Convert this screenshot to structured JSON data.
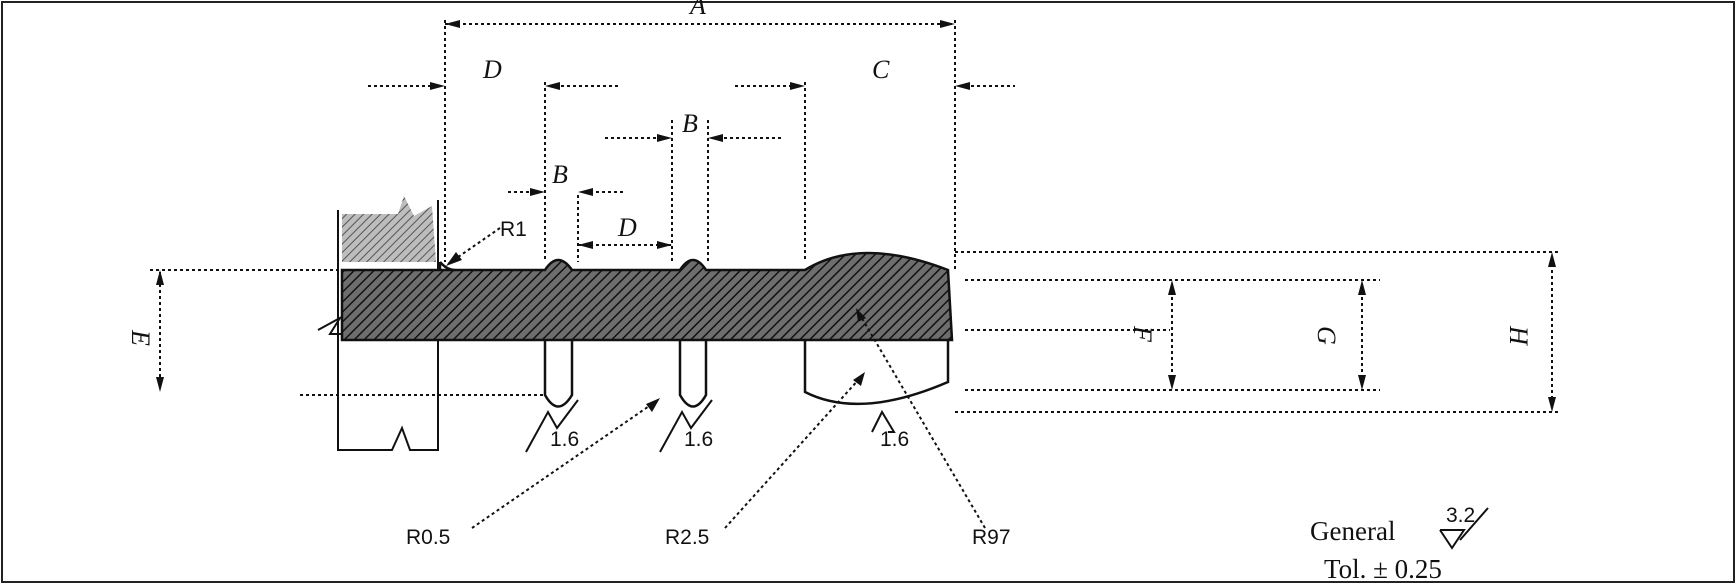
{
  "dimension_labels": {
    "A": "A",
    "B_upper": "B",
    "B_lower": "B",
    "C": "C",
    "D_upper": "D",
    "D_lower": "D",
    "E": "E",
    "F": "F",
    "G": "G",
    "H": "H"
  },
  "radius_notes": {
    "R1": "R1",
    "R05": "R0.5",
    "R25": "R2.5",
    "R97": "R97"
  },
  "surface_finish_values": [
    "1.6",
    "1.6",
    "1.6"
  ],
  "general_note": {
    "text": "General",
    "finish_value": "3.2",
    "tolerance": "Tol. ± 0.25"
  }
}
